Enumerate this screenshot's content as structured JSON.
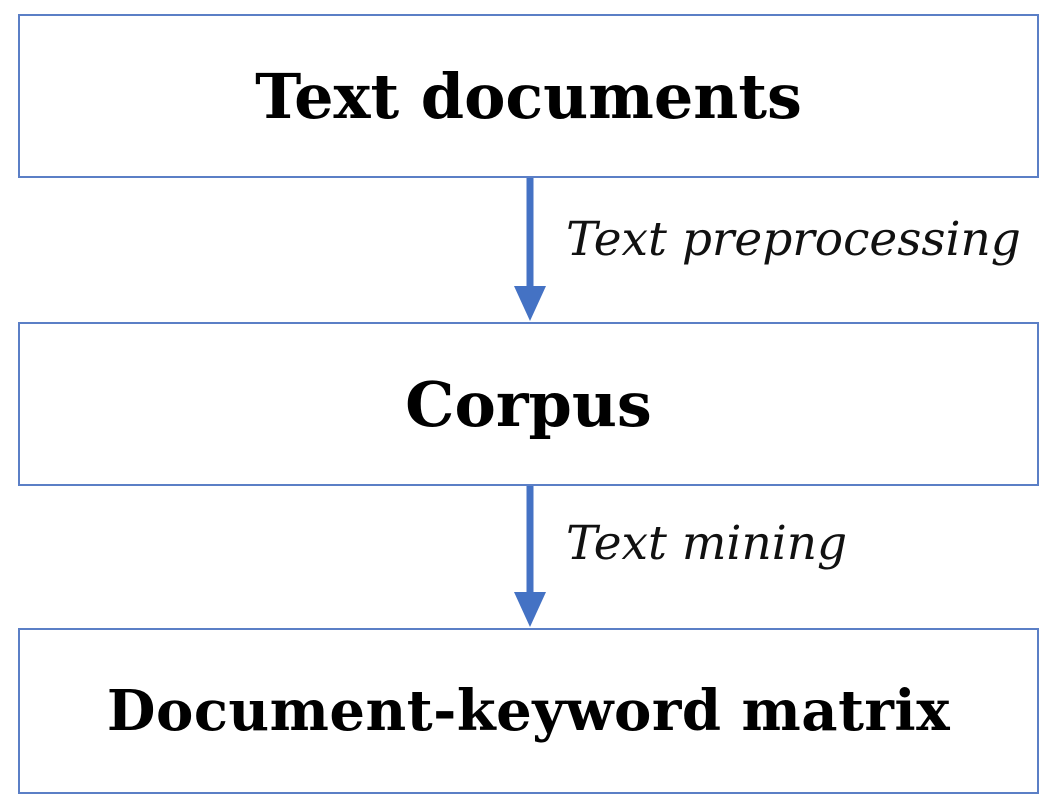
{
  "flowchart": {
    "nodes": [
      {
        "label": "Text documents"
      },
      {
        "label": "Corpus"
      },
      {
        "label": "Document-keyword matrix"
      }
    ],
    "edges": [
      {
        "label": "Text preprocessing"
      },
      {
        "label": "Text mining"
      }
    ]
  },
  "colors": {
    "box_border": "#5b7fc6",
    "arrow": "#4472c4",
    "text": "#000000"
  }
}
